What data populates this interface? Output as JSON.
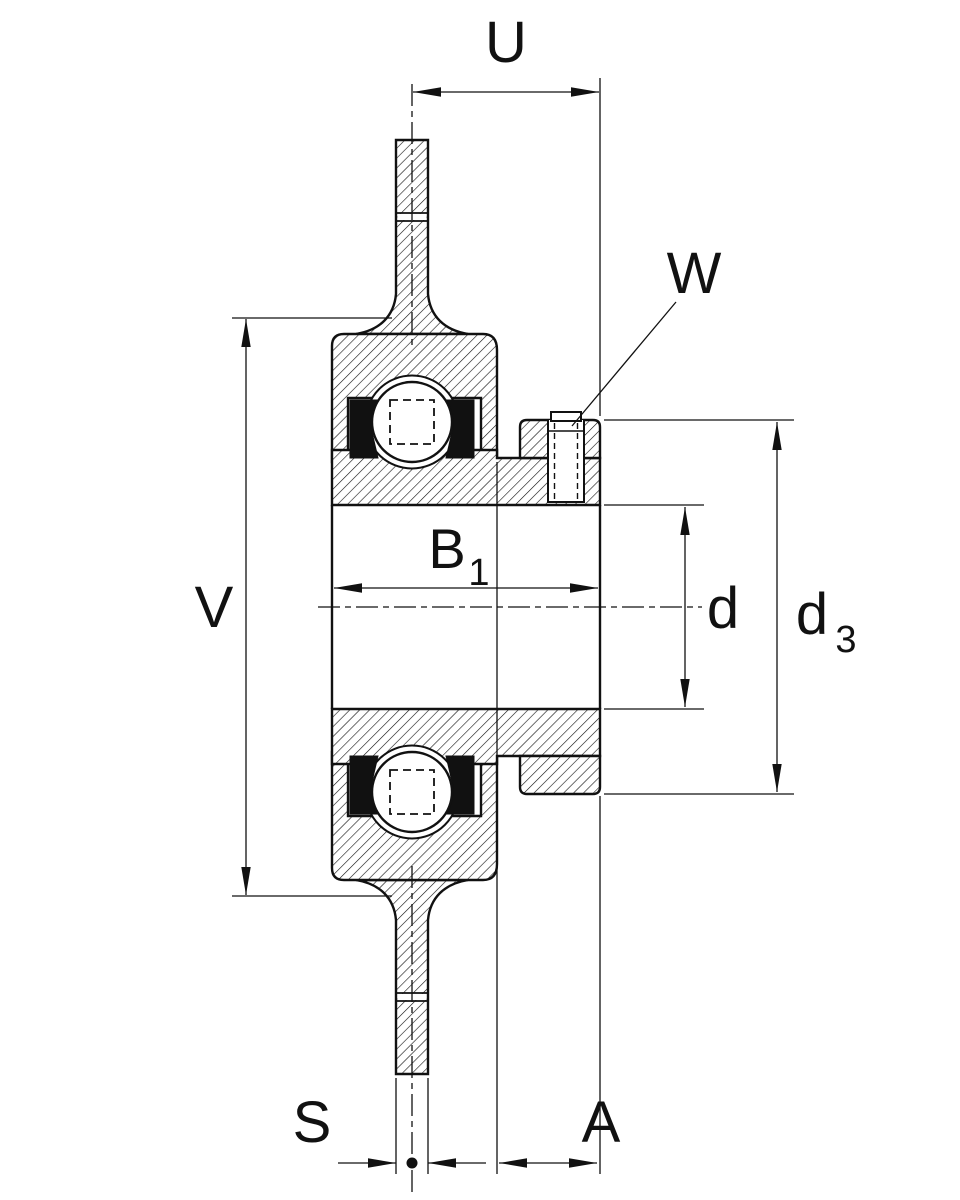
{
  "diagram": {
    "type": "technical-drawing",
    "subject": "flanged-bearing-unit-cross-section",
    "background_color": "#ffffff",
    "line_color": "#111111",
    "labels": {
      "u": "U",
      "w": "W",
      "v": "V",
      "b1_main": "B",
      "b1_sub": "1",
      "d": "d",
      "d3_main": "d",
      "d3_sub": "3",
      "s": "S",
      "a": "A"
    }
  }
}
